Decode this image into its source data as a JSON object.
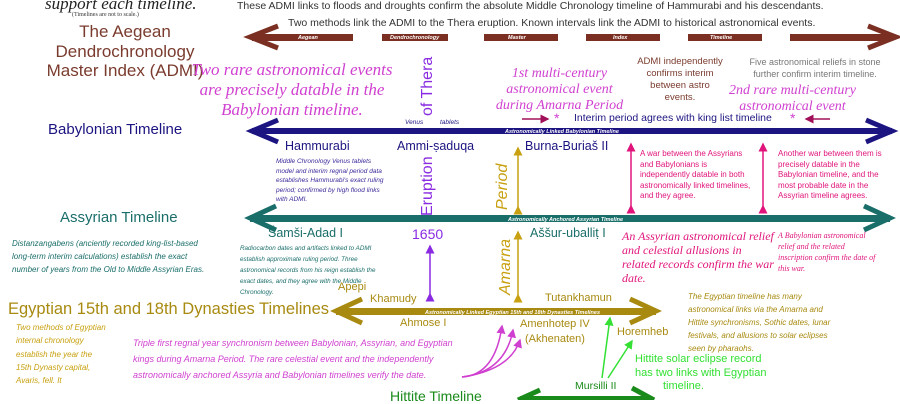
{
  "header": {
    "support_line": "support each timeline.",
    "scale_note": "(Timelines are not to scale.)",
    "line1": "These ADMI links to floods and droughts confirm the absolute Middle Chronology timeline of Hammurabi and his descendants.",
    "line2": "Two methods link the ADMI to the Thera eruption. Known intervals link the ADMI to historical astronomical events."
  },
  "admi": {
    "title_line1": "The Aegean Dendrochronology",
    "title_line2": "Master Index (ADMI)",
    "segments": [
      "Aegean",
      "Dendrochronology",
      "Master",
      "Index",
      "Timeline"
    ]
  },
  "babylonian": {
    "title": "Babylonian Timeline",
    "bar_label": "Astronomically Linked Babylonian Timeline",
    "rare_events": [
      "Two rare astronomical events",
      "are precisely datable in the",
      "Babylonian timeline."
    ],
    "venus_tablets": [
      "Venus",
      "tablets"
    ],
    "kings": [
      "Hammurabi",
      "Ammi-ṣaduqa",
      "Burna-Buriaš II"
    ],
    "hammurabi_note": "Middle Chronology Venus tablets model and interim regnal period data establishes Hammurabi's exact ruling period; confirmed by high flood links with ADMI.",
    "first_event": [
      "1st multi-century",
      "astronomical event",
      "during Amarna Period"
    ],
    "admi_note": [
      "ADMI independently",
      "confirms interim",
      "between astro",
      "events."
    ],
    "reliefs_note": [
      "Five astronomical reliefs in stone",
      "further confirm interim timeline."
    ],
    "second_event": [
      "2nd rare multi-century",
      "astronomical event"
    ],
    "interim": "Interim period agrees with king list timeline",
    "asterisk": "*"
  },
  "thera": {
    "of_thera": "of Thera",
    "eruption": "Eruption",
    "year": "1650"
  },
  "period_labels": {
    "period": "Period",
    "amarna": "Amarna"
  },
  "wars": {
    "war1": "A war between the Assyrians and Babylonians is independently datable in both astronomically linked timelines, and they agree.",
    "war2": "Another war between them is precisely datable in the Babylonian timeline, and the most probable date in the Assyrian timeline agrees."
  },
  "assyrian": {
    "title": "Assyrian Timeline",
    "bar_label": "Astronomically Anchored Assyrian Timeline",
    "distanz_note": "Distanzangabens (anciently recorded king-list-based long-term interim calculations) establish the exact number of years from the Old to Middle Assyrian Eras.",
    "kings": [
      "Šamši-Adad I",
      "Aššur-uballiṭ I"
    ],
    "samsi_note": "Radiocarbon dates and artifacts linked to ADMI establish approximate ruling period. Three astronomical records from his reign establish the exact dates, and they agree with the Middle Chronology.",
    "relief_note": "An Assyrian astronomical relief and celestial allusions in related records confirm the war date.",
    "babylonian_relief_note": "A Babylonian astronomical relief and the related inscription confirm the date of this war."
  },
  "egyptian": {
    "title": "Egyptian 15th and 18th Dynasties Timelines",
    "bar_label": "Astronomically Linked Egyptian 15th and 18th Dynasties Timelines",
    "kings": [
      "Apepi",
      "Khamudy",
      "Ahmose I",
      "Tutankhamun",
      "Amenhotep IV",
      "(Akhenaten)",
      "Horemheb"
    ],
    "methods_note": "Two methods of Egyptian internal chronology establish the year the 15th Dynasty capital, Avaris, fell. It",
    "triple_note": "Triple first regnal year synchronism between Babylonian, Assyrian, and Egyptian kings during Amarna Period. The rare celestial event and the independently astronomically anchored Assyria and Babylonian timelines verify the date.",
    "links_note": "The Egyptian timeline has many astronomical links via the Amarna and Hittite synchronisms, Sothic dates, lunar festivals, and allusions to solar eclipses seen by pharaohs."
  },
  "hittite": {
    "title": "Hittite Timeline",
    "king": "Mursilli II",
    "eclipse_note": [
      "Hittite solar eclipse record",
      "has two links with Egyptian",
      "timeline."
    ]
  },
  "colors": {
    "admi": "#7b2f22",
    "babylonian": "#1c1480",
    "assyrian": "#1a6e6a",
    "egyptian": "#a88a10",
    "hittite": "#1a8a1a",
    "magenta": "#d040d0",
    "pink": "#e0147a",
    "purple": "#8a2be2",
    "green": "#33e033"
  }
}
